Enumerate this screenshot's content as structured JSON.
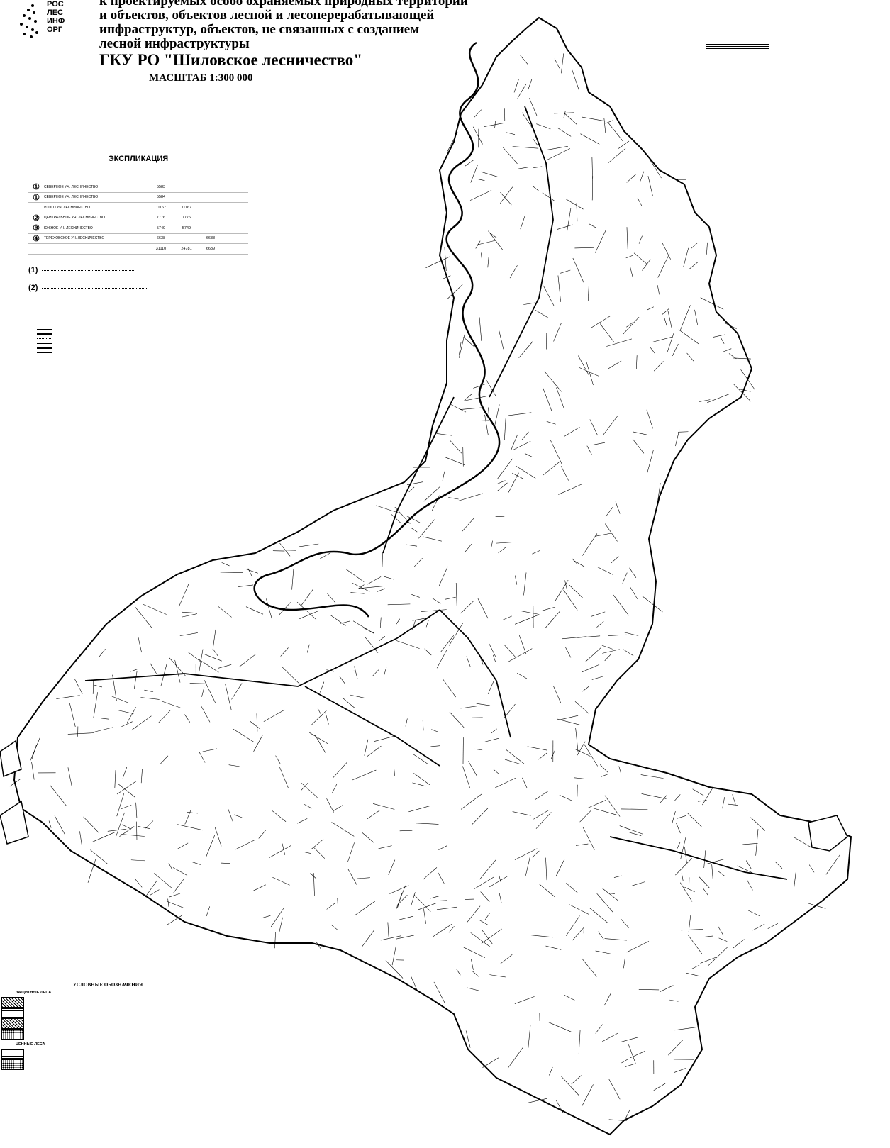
{
  "header": {
    "title_lines": [
      "к проектируемых особо охраняемых природных территорий",
      "и объектов, объектов лесной и лесоперерабатывающей",
      "инфраструктур, объектов, не связанных с созданием",
      "лесной инфраструктуры"
    ],
    "org": "ГКУ РО \"Шиловское лесничество\"",
    "scale": "МАСШТАБ 1:300 000"
  },
  "logo": {
    "lines": [
      "РОС",
      "ЛЕС",
      "ИНФ",
      "ОРГ"
    ]
  },
  "explication": {
    "title": "ЭКСПЛИКАЦИЯ",
    "rows": [
      {
        "no": "①",
        "name": "СЕВЕРНОЕ УЧ. ЛЕСНИЧЕСТВО",
        "area": "5583"
      },
      {
        "no": "①",
        "name": "СЕВЕРНОЕ УЧ. ЛЕСНИЧЕСТВО",
        "area": "5584"
      },
      {
        "no": "",
        "name": "ИТОГО УЧ. ЛЕСНИЧЕСТВО",
        "area": "11167",
        "a": "11167"
      },
      {
        "no": "②",
        "name": "ЦЕНТРАЛЬНОЕ УЧ. ЛЕСНИЧЕСТВО",
        "area": "7776",
        "a": "7776"
      },
      {
        "no": "③",
        "name": "ЮЖНОЕ УЧ. ЛЕСНИЧЕСТВО",
        "area": "5749",
        "a": "5749"
      },
      {
        "no": "④",
        "name": "ТЕРЕХОВСКОЕ УЧ. ЛЕСНИЧЕСТВО",
        "area": "6638",
        "b": "6638"
      },
      {
        "no": "",
        "name": "",
        "area": "31110",
        "a": "24781",
        "b": "6639"
      }
    ]
  },
  "notes": [
    {
      "no": "(1)"
    },
    {
      "no": "(2)"
    }
  ],
  "legend2": {
    "heading": "УСЛОВНЫЕ ОБОЗНАЧЕНИЯ",
    "sections": [
      "ЗАЩИТНЫЕ ЛЕСА",
      "ЦЕННЫЕ ЛЕСА"
    ]
  },
  "colors": {
    "ink": "#000000",
    "paper": "#ffffff"
  }
}
